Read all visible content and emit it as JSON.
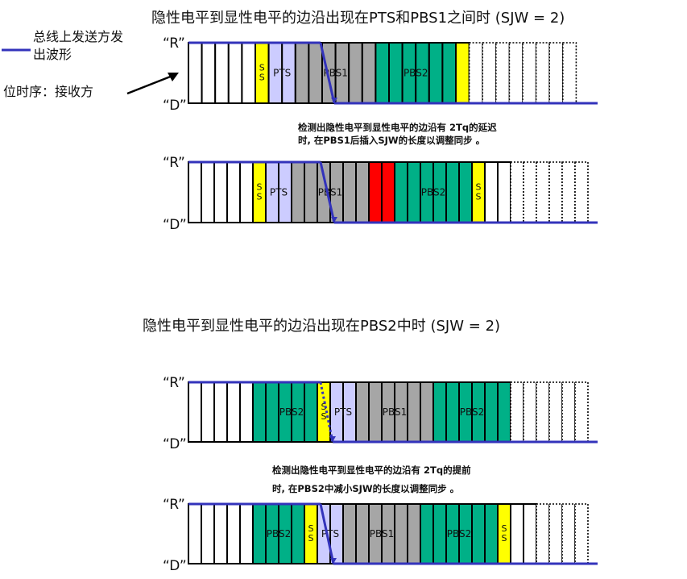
{
  "titles": {
    "top": "隐性电平到显性电平的边沿出现在PTS和PBS1之间时 (SJW = 2)",
    "bottom": "隐性电平到显性电平的边沿出现在PBS2中时 (SJW = 2)"
  },
  "legend": {
    "sender_waveform_line1": "总线上发送方发",
    "sender_waveform_line2": "出波形",
    "receiver_timing": "位时序：接收方"
  },
  "notes": {
    "delay_line1": "检测出隐性电平到显性电平的边沿有  2Tq的延迟",
    "delay_line2": "时, 在PBS1后插入SJW的长度以调整同步 。",
    "advance_line1": "检测出隐性电平到显性电平的边沿有  2Tq的提前",
    "advance_line2": "时, 在PBS2中减小SJW的长度以调整同步 。"
  },
  "levels": {
    "recessive": "“R”",
    "dominant": "“D”"
  },
  "segments": {
    "ss": "SS",
    "pts": "PTS",
    "pbs1": "PBS1",
    "pbs2": "PBS2"
  },
  "colors": {
    "ss": "#ffff00",
    "pts": "#ccccff",
    "pbs1": "#a6a6a6",
    "pbs2": "#00b087",
    "sjw_insert": "#ff0000",
    "waveform": "#3333bb",
    "grid": "#000000"
  },
  "rows": [
    {
      "id": "delay-before",
      "cells": [
        "solid",
        "solid",
        "solid",
        "solid",
        "solid",
        "ss",
        "pts",
        "pts",
        "pbs1",
        "pbs1",
        "pbs1",
        "pbs1",
        "pbs1",
        "pbs1",
        "pbs2",
        "pbs2",
        "pbs2",
        "pbs2",
        "pbs2",
        "pbs2",
        "ss",
        "dotted",
        "dotted",
        "dotted",
        "dotted",
        "dotted",
        "dotted",
        "dotted",
        "dotted"
      ],
      "labels": [
        {
          "seg": "ss",
          "cell": 5,
          "vertical": true
        },
        {
          "seg": "pts",
          "cell": 6.5
        },
        {
          "seg": "pbs1",
          "cell": 10.5
        },
        {
          "seg": "pbs2",
          "cell": 16.5
        }
      ]
    },
    {
      "id": "delay-after",
      "cells": [
        "solid",
        "solid",
        "solid",
        "solid",
        "solid",
        "ss",
        "pts",
        "pts",
        "pbs1",
        "pbs1",
        "pbs1",
        "pbs1",
        "pbs1",
        "pbs1",
        "sjw_insert",
        "sjw_insert",
        "pbs2",
        "pbs2",
        "pbs2",
        "pbs2",
        "pbs2",
        "pbs2",
        "ss",
        "solid",
        "solid",
        "dotted",
        "dotted",
        "dotted",
        "dotted",
        "dotted",
        "dotted"
      ],
      "labels": [
        {
          "seg": "ss",
          "cell": 5,
          "vertical": true
        },
        {
          "seg": "pts",
          "cell": 6.5
        },
        {
          "seg": "pbs1",
          "cell": 10.5
        },
        {
          "seg": "pbs2",
          "cell": 18.5
        },
        {
          "seg": "ss",
          "cell": 22,
          "vertical": true
        }
      ]
    },
    {
      "id": "advance-before",
      "cells": [
        "solid",
        "solid",
        "solid",
        "solid",
        "solid",
        "pbs2",
        "pbs2",
        "pbs2",
        "pbs2",
        "pbs2",
        "ss",
        "pts",
        "pts",
        "pbs1",
        "pbs1",
        "pbs1",
        "pbs1",
        "pbs1",
        "pbs1",
        "pbs2",
        "pbs2",
        "pbs2",
        "pbs2",
        "pbs2",
        "pbs2",
        "dotted",
        "dotted",
        "dotted",
        "dotted",
        "dotted",
        "dotted"
      ],
      "labels": [
        {
          "seg": "pbs2",
          "cell": 7.5
        },
        {
          "seg": "ss",
          "cell": 10,
          "vertical": true
        },
        {
          "seg": "pts",
          "cell": 11.5
        },
        {
          "seg": "pbs1",
          "cell": 15.5
        },
        {
          "seg": "pbs2",
          "cell": 21.5
        }
      ]
    },
    {
      "id": "advance-after",
      "cells": [
        "solid",
        "solid",
        "solid",
        "solid",
        "solid",
        "pbs2",
        "pbs2",
        "pbs2",
        "pbs2",
        "ss",
        "pts",
        "pts",
        "pbs1",
        "pbs1",
        "pbs1",
        "pbs1",
        "pbs1",
        "pbs1",
        "pbs2",
        "pbs2",
        "pbs2",
        "pbs2",
        "pbs2",
        "pbs2",
        "ss",
        "solid",
        "solid",
        "dotted",
        "dotted",
        "dotted",
        "dotted"
      ],
      "labels": [
        {
          "seg": "pbs2",
          "cell": 6.5
        },
        {
          "seg": "ss",
          "cell": 9,
          "vertical": true
        },
        {
          "seg": "pts",
          "cell": 10.5
        },
        {
          "seg": "pbs1",
          "cell": 14.5
        },
        {
          "seg": "pbs2",
          "cell": 20.5
        },
        {
          "seg": "ss",
          "cell": 24,
          "vertical": true
        }
      ]
    }
  ]
}
